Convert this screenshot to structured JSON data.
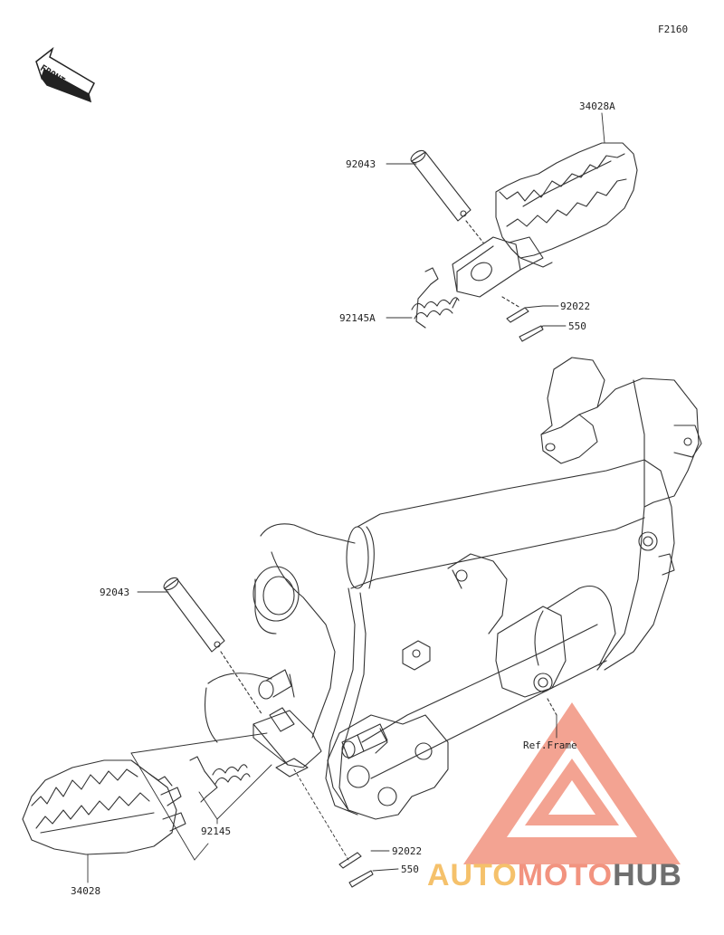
{
  "figure_code": "F2160",
  "front_label": "FRONT",
  "ref_frame": "Ref.Frame",
  "callouts": {
    "top_footpeg": "34028A",
    "top_pin": "92043",
    "top_spring": "92145A",
    "top_washer": "92022",
    "top_cotter": "550",
    "bottom_pin": "92043",
    "bottom_spring": "92145",
    "bottom_footpeg": "34028",
    "bottom_washer": "92022",
    "bottom_cotter": "550"
  },
  "watermark": {
    "part1": "AUTO",
    "part2": "MOTO",
    "part3": "HUB"
  },
  "colors": {
    "line": "#333333",
    "watermark_red": "#f2937f",
    "watermark_yellow": "#f5c16b",
    "watermark_gray": "#6f6f6f"
  }
}
